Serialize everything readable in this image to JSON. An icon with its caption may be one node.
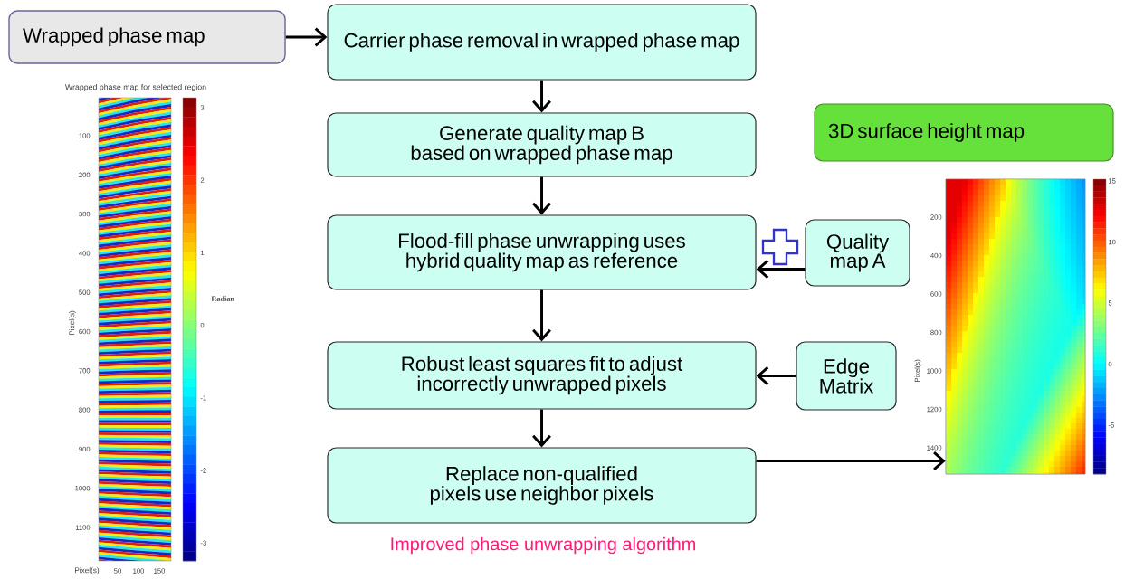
{
  "diagram": {
    "caption": "Improved phase unwrapping algorithm",
    "nodes": [
      {
        "text": [
          "Wrapped phase map"
        ]
      },
      {
        "text": [
          "Carrier phase removal in wrapped phase map"
        ]
      },
      {
        "text": [
          "Generate quality map B based on wrapped phase map"
        ]
      },
      {
        "text": [
          "Flood-fill phase unwrapping uses hybrid quality map as reference"
        ]
      },
      {
        "text": [
          "Quality map A"
        ]
      },
      {
        "text": [
          "Robust least squares fit to adjust incorrectly unwrapped pixels"
        ]
      },
      {
        "text": [
          "Edge Matrix"
        ]
      },
      {
        "text": [
          "Replace non-qualified pixels use neighbor pixels"
        ]
      },
      {
        "text": [
          "3D surface height map"
        ]
      },
      {
        "text": [],
        "shape": "picture"
      }
    ],
    "edges": [
      {
        "from": 0,
        "to": 1,
        "arrow": "to"
      },
      {
        "from": 1,
        "to": 2,
        "arrow": "to"
      },
      {
        "from": 2,
        "to": 3,
        "arrow": "to"
      },
      {
        "from": 4,
        "to": 3,
        "arrow": "to"
      },
      {
        "from": 3,
        "to": 5,
        "arrow": "to"
      },
      {
        "from": 6,
        "to": 5,
        "arrow": "to"
      },
      {
        "from": 5,
        "to": 7,
        "arrow": "to"
      },
      {
        "from": 7,
        "to": 9,
        "arrow": "to"
      }
    ],
    "labels": [
      "Wrapped phase map for selected region",
      "100",
      "200",
      "300",
      "400",
      "500",
      "600",
      "700",
      "800",
      "900",
      "1000",
      "1100",
      "Pixel(s)",
      "3",
      "2",
      "1",
      "0",
      "-1",
      "-2",
      "-3",
      "Radian",
      "Pixel(s)",
      "50",
      "100",
      "150",
      "200",
      "400",
      "600",
      "800",
      "1000",
      "1200",
      "1400",
      "Pixel(s)",
      "15",
      "10",
      "5",
      "0",
      "-5"
    ]
  }
}
